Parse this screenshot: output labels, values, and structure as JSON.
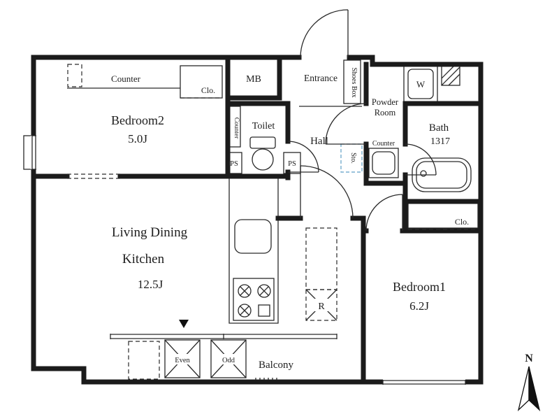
{
  "rooms": {
    "bedroom2": {
      "name": "Bedroom2",
      "size": "5.0J"
    },
    "ldk": {
      "line1": "Living Dining",
      "line2": "Kitchen",
      "size": "12.5J"
    },
    "bedroom1": {
      "name": "Bedroom1",
      "size": "6.2J"
    },
    "bath": {
      "name": "Bath",
      "size": "1317"
    },
    "toilet": {
      "name": "Toilet"
    },
    "hall": {
      "name": "Hall"
    },
    "entrance": {
      "name": "Entrance"
    },
    "powder": {
      "line1": "Powder",
      "line2": "Room"
    },
    "balcony": {
      "name": "Balcony"
    }
  },
  "features": {
    "counter_bedroom2": "Counter",
    "closet_bedroom2": "Clo.",
    "meter_box": "MB",
    "shoes_box": "Shoes Box",
    "washer": "W",
    "counter_toilet": "Counter",
    "ps_left": "PS",
    "ps_right": "PS",
    "storage": "Sto.",
    "counter_powder": "Counter",
    "closet_bedroom1": "Clo.",
    "refrigerator": "R",
    "elevator_left": "Even",
    "elevator_right": "Odd"
  },
  "compass": {
    "north": "N"
  },
  "colors": {
    "wall": "#1b1b1b",
    "closet_fill": "#d9edf9",
    "closet_line": "#7cb6d8",
    "text": "#1e1e1e"
  }
}
